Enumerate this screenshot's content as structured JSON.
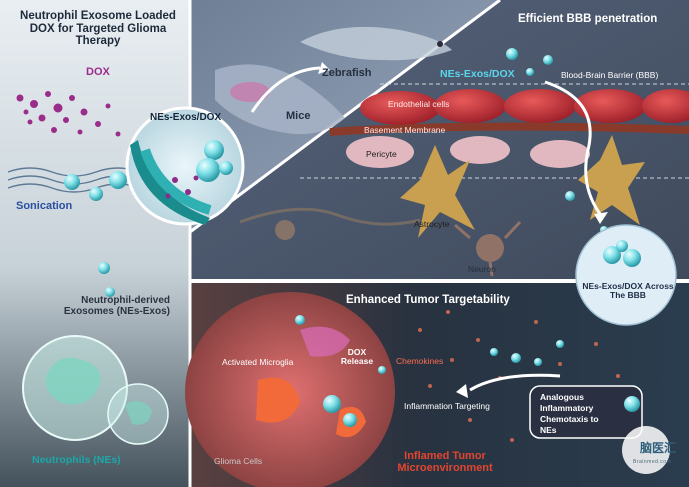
{
  "title": "Neutrophil Exosome Loaded DOX for Targeted Glioma Therapy",
  "left_panel": {
    "dox": "DOX",
    "nes_exos_dox": "NEs-Exos/DOX",
    "sonication": "Sonication",
    "neutrophil_derived_exosomes": "Neutrophil-derived Exosomes (NEs-Exos)",
    "neutrophils": "Neutrophils (NEs)"
  },
  "animal_panel": {
    "zebrafish": "Zebrafish",
    "mice": "Mice"
  },
  "bbb_panel": {
    "title": "Efficient BBB penetration",
    "nes_exos_dox": "NEs-Exos/DOX",
    "bbb_label": "Blood-Brain Barrier (BBB)",
    "endothelial_cells": "Endothelial cells",
    "basement_membrane": "Basement Membrane",
    "pericyte": "Pericyte",
    "astrocyte": "Astrocyte",
    "neuron": "Neuron",
    "across_bbb": "NEs-Exos/DOX Across The BBB"
  },
  "tumor_panel": {
    "title": "Enhanced Tumor Targetability",
    "activated_microglia": "Activated Microglia",
    "dox_release": "DOX Release",
    "chemokines": "Chemokines",
    "inflammation_targeting": "Inflammation Targeting",
    "analogous_callout": "Analogous Inflammatory Chemotaxis to NEs",
    "glioma_cells": "Glioma Cells",
    "inflamed_tme": "Inflamed Tumor Microenvironment"
  },
  "watermark": {
    "text": "脑医汇",
    "sub": "Brainmed.com"
  },
  "colors": {
    "dox_purple": "#9a2c8a",
    "exosome_teal": "#6fe0e6",
    "tumor_red": "#e2452f",
    "bbb_bg": "#4a566a"
  }
}
